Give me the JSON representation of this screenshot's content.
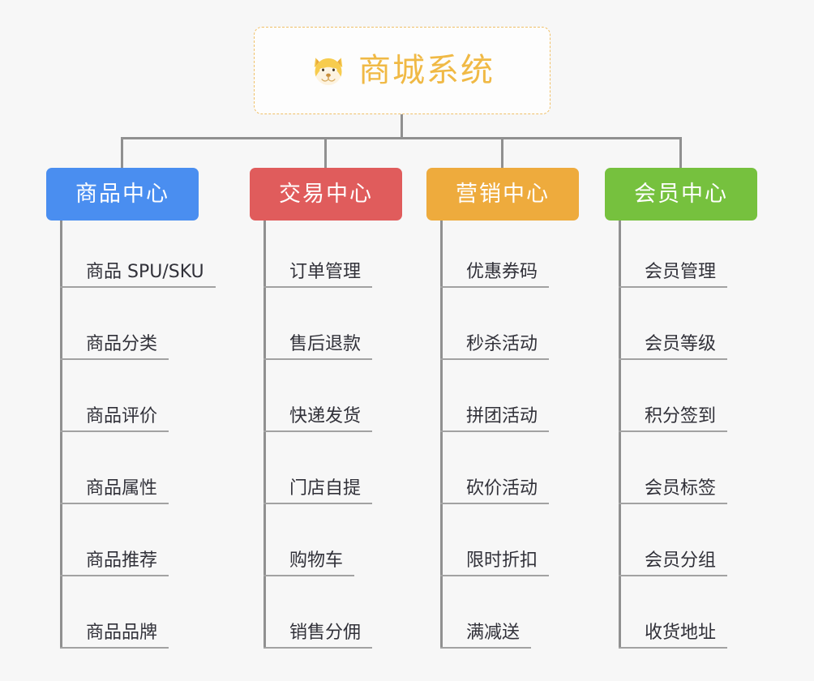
{
  "diagram": {
    "title": "商城系统",
    "root_icon": "shiba-dog-face-icon",
    "background_color": "#f7f7f7",
    "connector_color": "#909090",
    "root": {
      "label": "商城系统",
      "border_color": "#f0c068",
      "text_color": "#f0b945",
      "border_style": "dashed"
    },
    "categories": [
      {
        "label": "商品中心",
        "color": "#4a8ef0",
        "items": [
          "商品 SPU/SKU",
          "商品分类",
          "商品评价",
          "商品属性",
          "商品推荐",
          "商品品牌"
        ]
      },
      {
        "label": "交易中心",
        "color": "#e05c5c",
        "items": [
          "订单管理",
          "售后退款",
          "快递发货",
          "门店自提",
          "购物车",
          "销售分佣"
        ]
      },
      {
        "label": "营销中心",
        "color": "#eeab3d",
        "items": [
          "优惠券码",
          "秒杀活动",
          "拼团活动",
          "砍价活动",
          "限时折扣",
          "满减送"
        ]
      },
      {
        "label": "会员中心",
        "color": "#76c13e",
        "items": [
          "会员管理",
          "会员等级",
          "积分签到",
          "会员标签",
          "会员分组",
          "收货地址"
        ]
      }
    ]
  }
}
